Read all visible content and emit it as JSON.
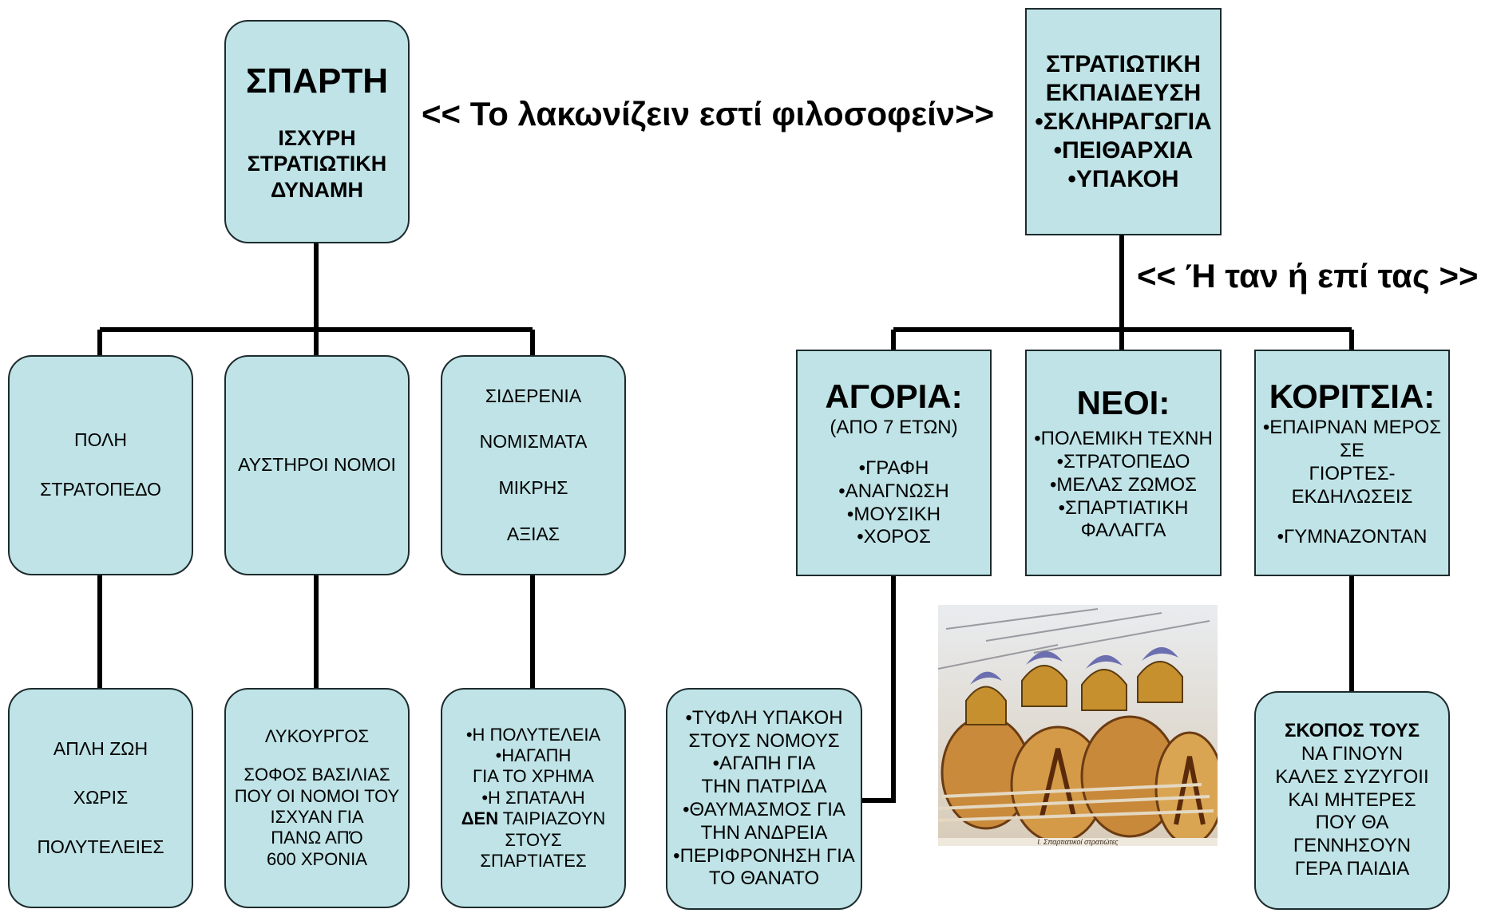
{
  "quote_left": "<< Το λακωνίζειν εστί φιλοσοφείν>>",
  "quote_right": "<< Ή ταν ή επί τας >>",
  "sparti": {
    "title": "ΣΠΑΡΤΗ",
    "lines": [
      "ΙΣΧΥΡΗ",
      "ΣΤΡΑΤΙΩΤΙΚΗ",
      "ΔΥΝΑΜΗ"
    ]
  },
  "polis": {
    "lines": [
      "ΠΟΛΗ",
      "ΣΤΡΑΤΟΠΕΔΟ"
    ]
  },
  "nomoi": {
    "lines": [
      "ΑΥΣΤΗΡΟΙ ΝΟΜΟΙ"
    ]
  },
  "nomismata": {
    "lines": [
      "ΣΙΔΕΡΕΝΙΑ",
      "ΝΟΜΙΣΜΑΤΑ",
      "ΜΙΚΡΗΣ",
      "ΑΞΙΑΣ"
    ]
  },
  "apli_zoi": {
    "lines": [
      "ΑΠΛΗ ΖΩΗ",
      "ΧΩΡΙΣ",
      "ΠΟΛΥΤΕΛΕΙΕΣ"
    ]
  },
  "lykourgos": {
    "title": "ΛΥΚΟΥΡΓΟΣ",
    "lines": [
      "ΣΟΦΟΣ ΒΑΣΙΛΙΑΣ",
      "ΠΟΥ ΟΙ ΝΟΜΟΙ ΤΟΥ",
      "ΙΣΧΥΑΝ ΓΙΑ",
      "ΠΑΝΩ ΑΠΌ",
      "600 ΧΡΟΝΙΑ"
    ]
  },
  "polyteleia": {
    "lines": [
      "•Η ΠΟΛΥΤΕΛΕΙΑ",
      "•ΗΑΓΑΠΗ",
      "ΓΙΑ ΤΟ ΧΡΗΜΑ",
      "•Η ΣΠΑΤΑΛΗ"
    ],
    "den": "ΔΕΝ",
    "tairiazoun": " ΤΑΙΡΙΑΖΟΥΝ",
    "lines2": [
      "ΣΤΟΥΣ",
      "ΣΠΑΡΤΙΑΤΕΣ"
    ]
  },
  "ekpaideusi": {
    "lines": [
      "ΣΤΡΑΤΙΩΤΙΚΗ",
      "ΕΚΠΑΙΔΕΥΣΗ",
      "•ΣΚΛΗΡΑΓΩΓΙΑ",
      "•ΠΕΙΘΑΡΧΙΑ",
      "•ΥΠΑΚΟΗ"
    ]
  },
  "agoria": {
    "title": "ΑΓΟΡΙΑ:",
    "subtitle": "(ΑΠΟ 7 ΕΤΩΝ)",
    "items": [
      "•ΓΡΑΦΗ",
      "•ΑΝΑΓΝΩΣΗ",
      "•ΜΟΥΣΙΚΗ",
      "•ΧΟΡΟΣ"
    ]
  },
  "neoi": {
    "title": "ΝΕΟΙ:",
    "items": [
      "•ΠΟΛΕΜΙΚΗ ΤΕΧΝΗ",
      "•ΣΤΡΑΤΟΠΕΔΟ",
      "•ΜΕΛΑΣ ΖΩΜΟΣ",
      "•ΣΠΑΡΤΙΑΤΙΚΗ",
      "ΦΑΛΑΓΓΑ"
    ]
  },
  "koritsia": {
    "title": "ΚΟΡΙΤΣΙΑ:",
    "items": [
      "•ΕΠΑΙΡΝΑΝ ΜΕΡΟΣ",
      "ΣΕ",
      "ΓΙΟΡΤΕΣ-",
      "ΕΚΔΗΛΩΣΕΙΣ"
    ],
    "items2": [
      "•ΓΥΜΝΑΖΟΝΤΑΝ"
    ]
  },
  "ypakoi": {
    "lines": [
      "•ΤΥΦΛΗ ΥΠΑΚΟΗ",
      "ΣΤΟΥΣ ΝΟΜΟΥΣ",
      "•ΑΓΑΠΗ ΓΙΑ",
      "ΤΗΝ ΠΑΤΡΙΔΑ",
      "•ΘΑΥΜΑΣΜΟΣ ΓΙΑ",
      "ΤΗΝ ΑΝΔΡΕΙΑ",
      "•ΠΕΡΙΦΡΟΝΗΣΗ ΓΙΑ",
      "ΤΟ ΘΑΝΑΤΟ"
    ]
  },
  "skopos": {
    "title": "ΣΚΟΠΟΣ ΤΟΥΣ",
    "lines": [
      "ΝΑ ΓΙΝΟΥΝ",
      "ΚΑΛΕΣ ΣΥΖΥΓΟΙΙ",
      "ΚΑΙ ΜΗΤΕΡΕΣ",
      "ΠΟΥ ΘΑ",
      "ΓΕΝΝΗΣΟΥΝ",
      "ΓΕΡΑ ΠΑΙΔΙΑ"
    ]
  },
  "image_caption": "Ι. Σπαρτιατικοί στρατιώτες",
  "colors": {
    "box_fill": "#bfe3e6",
    "border": "#1d2b2d",
    "line": "#000000"
  }
}
